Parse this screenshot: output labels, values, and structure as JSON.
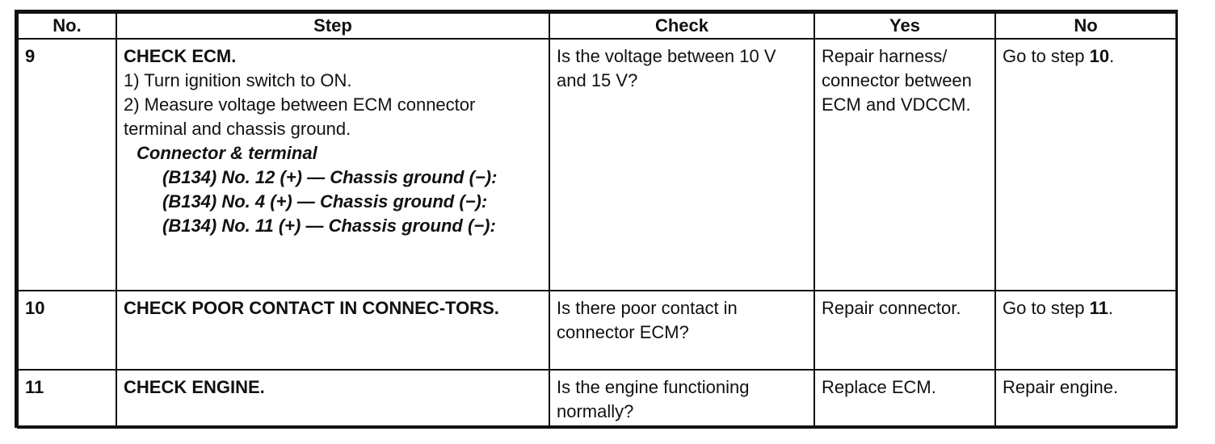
{
  "headers": {
    "no": "No.",
    "step": "Step",
    "check": "Check",
    "yes": "Yes",
    "no_col": "No"
  },
  "rows": [
    {
      "no": "9",
      "step_title": "CHECK ECM.",
      "step_lines": [
        "1) Turn ignition switch to ON.",
        "2) Measure voltage between ECM connector terminal and chassis ground."
      ],
      "sub_heading": "Connector & terminal",
      "sub_items": [
        "(B134) No. 12 (+) — Chassis ground (−):",
        "(B134) No. 4 (+) — Chassis ground (−):",
        "(B134) No. 11 (+) — Chassis ground (−):"
      ],
      "check": "Is the voltage between 10 V and 15 V?",
      "yes": "Repair harness/ connector between ECM and VDCCM.",
      "no_prefix": "Go to step ",
      "no_step": "10",
      "no_suffix": "."
    },
    {
      "no": "10",
      "step_title": "CHECK POOR CONTACT IN CONNEC-TORS.",
      "check": "Is there poor contact in connector ECM?",
      "yes": "Repair connector.",
      "no_prefix": "Go to step ",
      "no_step": "11",
      "no_suffix": "."
    },
    {
      "no": "11",
      "step_title": "CHECK ENGINE.",
      "check": "Is the engine functioning normally?",
      "yes": "Replace ECM.",
      "no_text": "Repair engine."
    }
  ]
}
